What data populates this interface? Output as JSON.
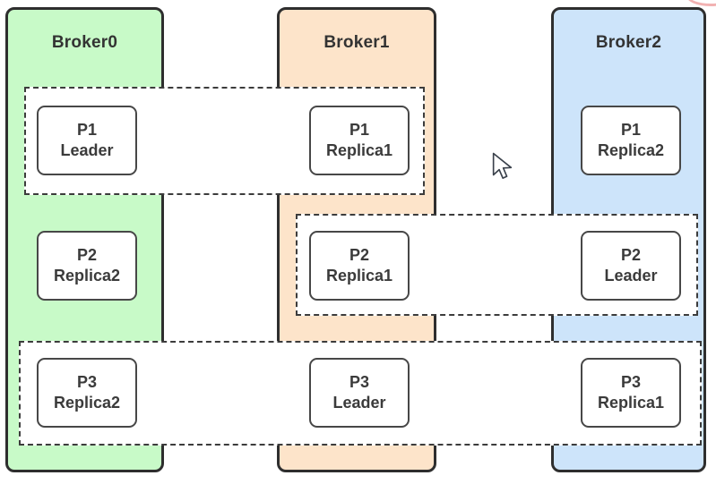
{
  "brokers": [
    {
      "label": "Broker0",
      "fill": "#c8fac8"
    },
    {
      "label": "Broker1",
      "fill": "#fde4ca"
    },
    {
      "label": "Broker2",
      "fill": "#cde4fa"
    }
  ],
  "partitions": [
    {
      "id": "p1-leader",
      "broker": "Broker0",
      "line1": "P1",
      "line2": "Leader"
    },
    {
      "id": "p1-replica1",
      "broker": "Broker1",
      "line1": "P1",
      "line2": "Replica1"
    },
    {
      "id": "p1-replica2",
      "broker": "Broker2",
      "line1": "P1",
      "line2": "Replica2"
    },
    {
      "id": "p2-replica2",
      "broker": "Broker0",
      "line1": "P2",
      "line2": "Replica2"
    },
    {
      "id": "p2-replica1",
      "broker": "Broker1",
      "line1": "P2",
      "line2": "Replica1"
    },
    {
      "id": "p2-leader",
      "broker": "Broker2",
      "line1": "P2",
      "line2": "Leader"
    },
    {
      "id": "p3-replica2",
      "broker": "Broker0",
      "line1": "P3",
      "line2": "Replica2"
    },
    {
      "id": "p3-leader",
      "broker": "Broker1",
      "line1": "P3",
      "line2": "Leader"
    },
    {
      "id": "p3-replica1",
      "broker": "Broker2",
      "line1": "P3",
      "line2": "Replica1"
    }
  ],
  "replica_groups": [
    {
      "partition": "P1",
      "members": [
        "Broker0",
        "Broker1"
      ]
    },
    {
      "partition": "P2",
      "members": [
        "Broker1",
        "Broker2"
      ]
    },
    {
      "partition": "P3",
      "members": [
        "Broker0",
        "Broker1",
        "Broker2"
      ]
    }
  ],
  "icons": {
    "cursor": "mouse-pointer-arrow",
    "annotation": "red-ellipse-arc"
  },
  "colors": {
    "background": "#ffffff",
    "broker0_fill": "#c8fac8",
    "broker1_fill": "#fde4ca",
    "broker2_fill": "#cde4fa",
    "broker_border": "#2e2e2e",
    "partition_border": "#474747",
    "group_dash_border": "#3c3c3c",
    "text": "#333333",
    "annotation_red": "#e97e7e"
  }
}
